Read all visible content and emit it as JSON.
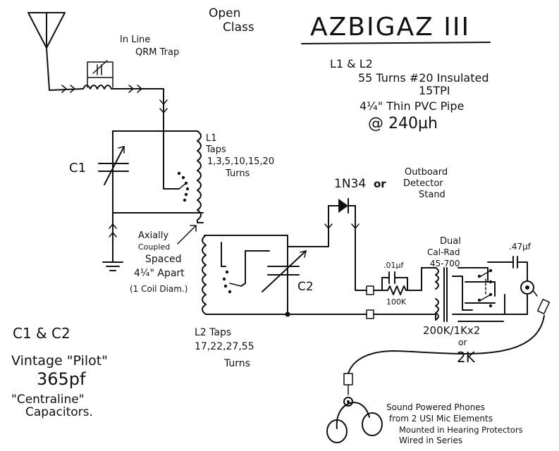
{
  "header": {
    "class_line1": "Open",
    "class_line2": "Class",
    "title": "AZBIGAZ III"
  },
  "trap": {
    "line1": "In Line",
    "line2": "QRM Trap"
  },
  "coil_spec": {
    "heading": "L1 & L2",
    "line1": "55 Turns #20 Insulated",
    "line2": "15TPI",
    "line3": "4¼\" Thin PVC Pipe",
    "line4": "@ 240µh"
  },
  "l1": {
    "name": "L1",
    "taps_label": "Taps",
    "taps_values": "1,3,5,10,15,20",
    "turns": "Turns"
  },
  "c1_label": "C1",
  "c2_label": "C2",
  "coupling": {
    "line1": "Axially",
    "line2": "Coupled",
    "line3": "Spaced",
    "line4": "4¼\" Apart",
    "line5": "(1 Coil Diam.)"
  },
  "detector": {
    "diode": "1N34",
    "or": "or",
    "alt_line1": "Outboard",
    "alt_line2": "Detector",
    "alt_line3": "Stand"
  },
  "l2": {
    "taps_label": "L2 Taps",
    "taps_values": "17,22,27,55",
    "turns": "Turns"
  },
  "transformer": {
    "line1": "Dual",
    "line2": "Cal-Rad",
    "line3": "45-700"
  },
  "cap_small": ".01µf",
  "cap_out": ".47µf",
  "resistor": "100K",
  "impedance": {
    "line1": "200K/1Kx2",
    "line2": "or",
    "line3": "2K"
  },
  "capacitors_note": {
    "line1": "C1 & C2",
    "line2": "Vintage \"Pilot\"",
    "line3": "365pf",
    "line4": "\"Centraline\"",
    "line5": "Capacitors."
  },
  "phones_note": {
    "line1": "Sound Powered Phones",
    "line2": "from 2 USI Mic Elements",
    "line3": "Mounted in Hearing Protectors",
    "line4": "Wired in Series"
  }
}
